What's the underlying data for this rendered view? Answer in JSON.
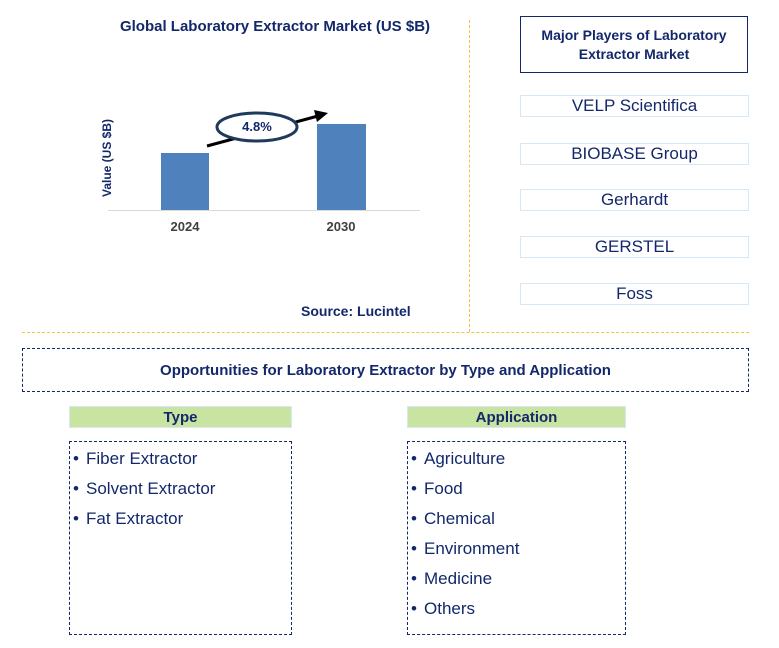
{
  "chart_data": {
    "type": "bar",
    "title": "Global Laboratory Extractor Market (US $B)",
    "xlabel": "",
    "ylabel": "Value (US $B)",
    "categories": [
      "2024",
      "2030"
    ],
    "values": [
      1.0,
      1.5
    ],
    "grid": false,
    "legend": "none",
    "annotations": [
      {
        "type": "cagr-arrow",
        "label": "4.8%",
        "from": "2024",
        "to": "2030"
      }
    ],
    "bar_color": "#4f81bd",
    "source": "Source: Lucintel"
  },
  "chart": {
    "title": "Global Laboratory Extractor Market (US $B)",
    "ylabel": "Value (US $B)",
    "cagr": "4.8%",
    "xticks": [
      "2024",
      "2030"
    ],
    "source": "Source: Lucintel"
  },
  "players": {
    "heading": "Major Players of Laboratory Extractor Market",
    "items": [
      "VELP Scientifica",
      "BIOBASE Group",
      "Gerhardt",
      "GERSTEL",
      "Foss"
    ]
  },
  "opportunities": {
    "heading": "Opportunities for Laboratory Extractor by Type and Application",
    "type": {
      "label": "Type",
      "items": [
        "Fiber Extractor",
        "Solvent Extractor",
        "Fat Extractor"
      ]
    },
    "application": {
      "label": "Application",
      "items": [
        "Agriculture",
        "Food",
        "Chemical",
        "Environment",
        "Medicine",
        "Others"
      ]
    }
  },
  "colors": {
    "navy": "#13286b",
    "bar": "#4f81bd",
    "divider": "#f5c242",
    "category_header": "#c9e4a0"
  }
}
